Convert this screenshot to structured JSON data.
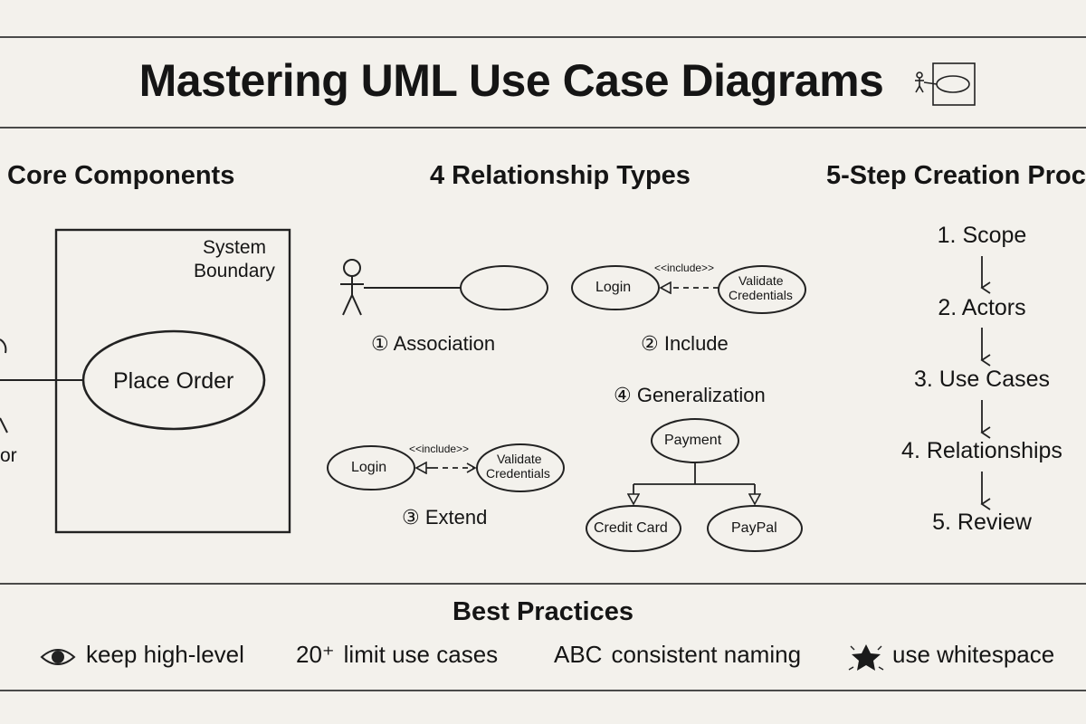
{
  "title": "Mastering UML Use Case Diagrams",
  "core": {
    "heading": "Core Components",
    "boundary_line1": "System",
    "boundary_line2": "Boundary",
    "use_case": "Place Order",
    "actor_label": "or"
  },
  "relationships": {
    "heading": "4 Relationship Types",
    "association": "① Association",
    "include": "② Include",
    "include_stereotype": "<<include>>",
    "include_left": "Login",
    "include_right_line1": "Validate",
    "include_right_line2": "Credentials",
    "extend": "③ Extend",
    "extend_stereotype": "<<include>>",
    "extend_left": "Login",
    "extend_right_line1": "Validate",
    "extend_right_line2": "Credentials",
    "generalization": "④ Generalization",
    "gen_parent": "Payment",
    "gen_child1": "Credit Card",
    "gen_child2": "PayPal"
  },
  "process": {
    "heading": "5-Step Creation Proc",
    "steps": [
      "1. Scope",
      "2. Actors",
      "3. Use Cases",
      "4. Relationships",
      "5. Review"
    ]
  },
  "best_practices": {
    "heading": "Best Practices",
    "items": [
      {
        "icon": "eye-icon",
        "prefix": "",
        "text": "keep high-level"
      },
      {
        "icon": "",
        "prefix": "20⁺",
        "text": "limit use cases"
      },
      {
        "icon": "",
        "prefix": "ABC",
        "text": "consistent naming"
      },
      {
        "icon": "star-icon",
        "prefix": "",
        "text": "use whitespace"
      }
    ]
  }
}
